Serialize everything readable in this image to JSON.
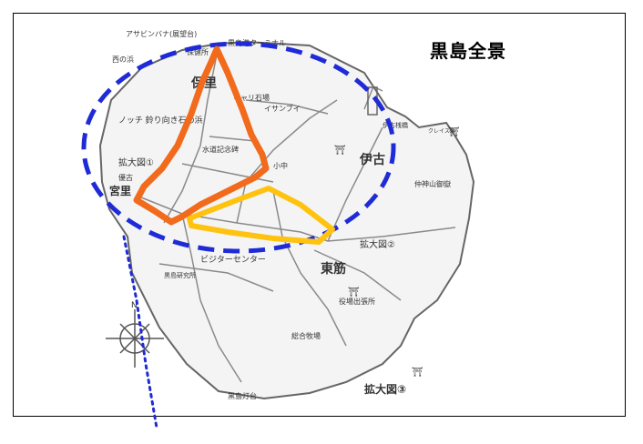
{
  "title": "黒島全景",
  "map": {
    "labels": [
      {
        "id": "asagi",
        "text": "アサビンバナ(展望台)"
      },
      {
        "id": "kuroshima_port",
        "text": "黒島港ターミナル"
      },
      {
        "id": "nishi",
        "text": "西の浜"
      },
      {
        "id": "hokenjo",
        "text": "保健所"
      },
      {
        "id": "hoori",
        "text": "保里"
      },
      {
        "id": "kiyari",
        "text": "キャリ石場"
      },
      {
        "id": "isa",
        "text": "イサンブイ"
      },
      {
        "id": "iseki",
        "text": "伊古桟橋"
      },
      {
        "id": "kurage",
        "text": "クレイス浜"
      },
      {
        "id": "nocchi",
        "text": "ノッチ\n鈴り向き石の浜"
      },
      {
        "id": "suidou",
        "text": "水道記念碑"
      },
      {
        "id": "ko",
        "text": "小中"
      },
      {
        "id": "kakudai1",
        "text": "拡大図①"
      },
      {
        "id": "yuko",
        "text": "優古"
      },
      {
        "id": "miyasato",
        "text": "宮里"
      },
      {
        "id": "ike",
        "text": "伊古"
      },
      {
        "id": "jinja",
        "text": "仲神山御嶽"
      },
      {
        "id": "kakudai2",
        "text": "拡大図②"
      },
      {
        "id": "higashisuji",
        "text": "東筋"
      },
      {
        "id": "visitor",
        "text": "ビジターセンター"
      },
      {
        "id": "kuroshima_kenkyu",
        "text": "黒島研究所"
      },
      {
        "id": "yaku",
        "text": "役場出張所"
      },
      {
        "id": "soubou",
        "text": "総合牧場"
      },
      {
        "id": "todai",
        "text": "黒島灯台"
      },
      {
        "id": "kakudai3",
        "text": "拡大図③"
      },
      {
        "id": "north",
        "text": "N"
      }
    ]
  },
  "colors": {
    "title": "#000000",
    "ellipse": "#1f2bd6",
    "orange_route": "#f26a1b",
    "yellow_route": "#ffc20e",
    "dotted_line": "#1f2bd6",
    "border": "#000000"
  }
}
